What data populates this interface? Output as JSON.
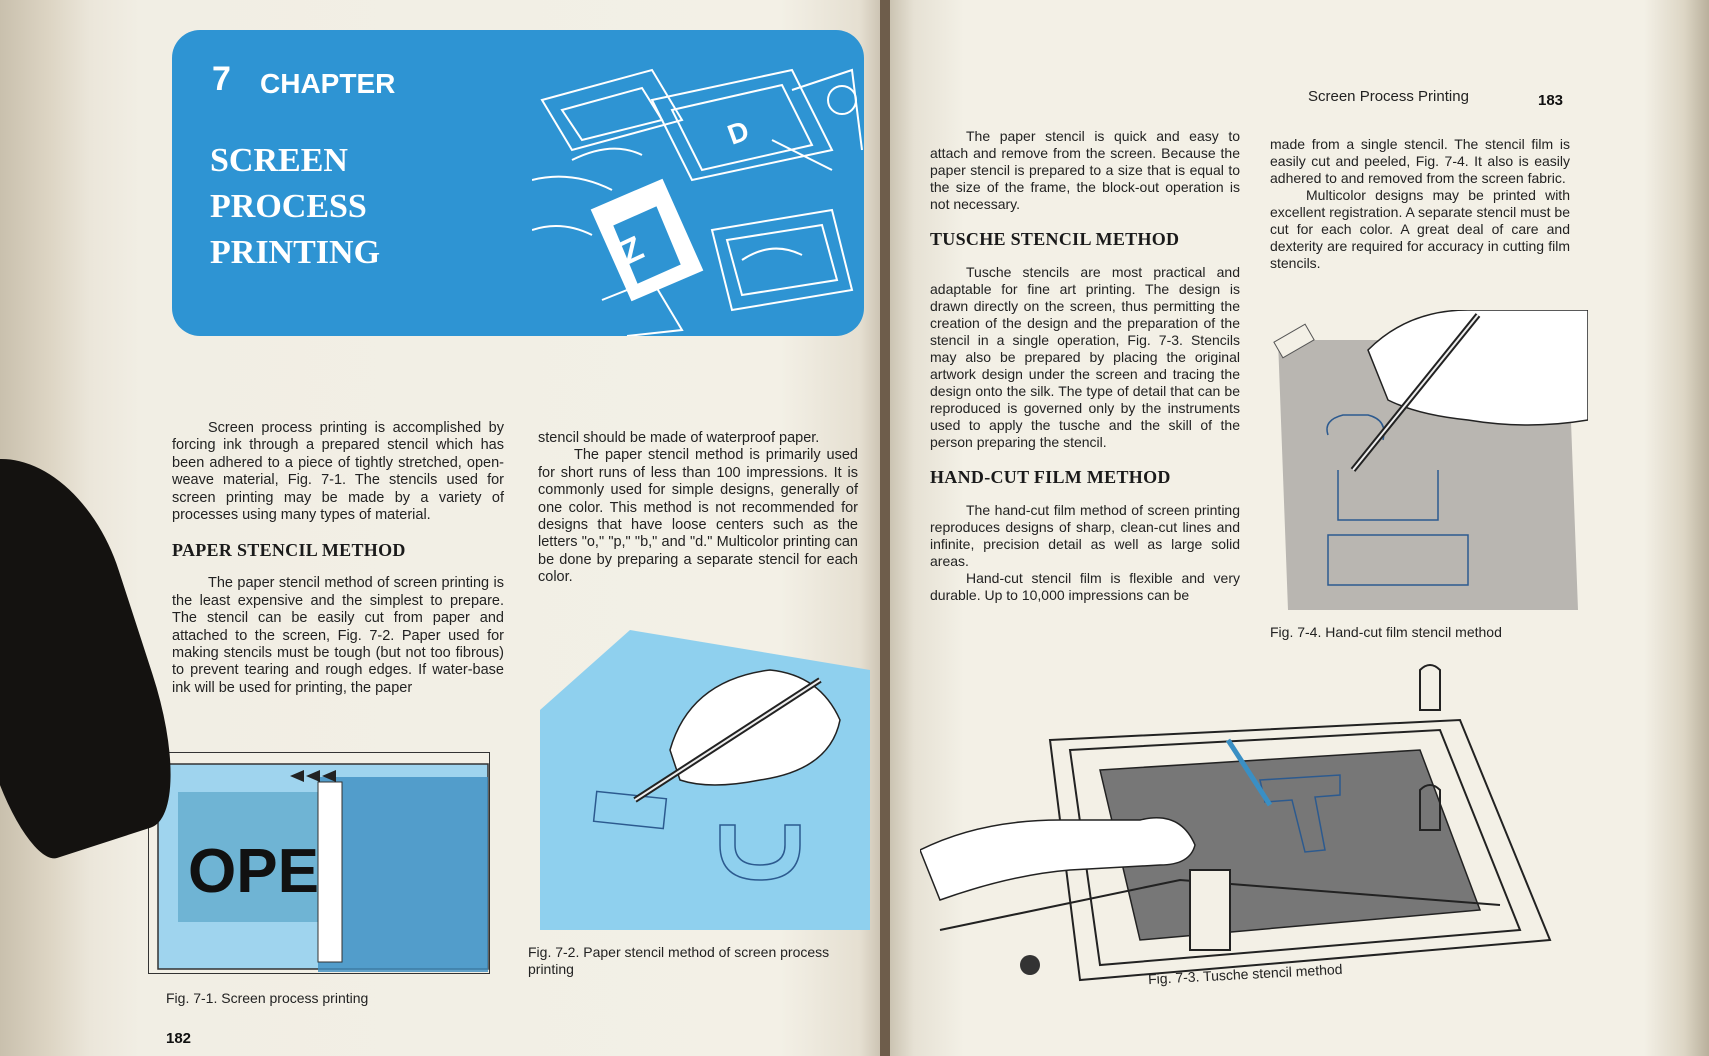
{
  "left": {
    "chapter_number": "7",
    "chapter_word": "CHAPTER",
    "chapter_title": "SCREEN PROCESS PRINTING",
    "intro": "Screen process printing is accomplished by forcing ink through a prepared stencil which has been adhered to a piece of tightly stretched, open-weave material, Fig. 7-1. The stencils used for screen printing may be made by a variety of processes using many types of material.",
    "heading_paper": "PAPER STENCIL METHOD",
    "paper_p1": "The paper stencil method of screen printing is the least expensive and the simplest to prepare. The stencil can be easily cut from paper and attached to the screen, Fig. 7-2. Paper used for making stencils must be tough (but not too fibrous) to prevent tearing and rough edges. If water-base ink will be used for printing, the paper",
    "col2_p1": "stencil should be made of waterproof paper.",
    "col2_p2": "The paper stencil method is primarily used for short runs of less than 100 impressions. It is commonly used for simple designs, generally of one color. This method is not recommended for designs that have loose centers such as the letters \"o,\" \"p,\" \"b,\" and \"d.\" Multicolor printing can be done by preparing a separate stencil for each color.",
    "fig1_word": "OPE",
    "fig1_caption": "Fig. 7-1. Screen process printing",
    "fig2_caption": "Fig. 7-2. Paper stencil method of screen process printing",
    "page_number": "182"
  },
  "right": {
    "running_head": "Screen Process Printing",
    "page_number": "183",
    "col1_p1": "The paper stencil is quick and easy to attach and remove from the screen. Because the paper stencil is prepared to a size that is equal to the size of the frame, the block-out operation is not necessary.",
    "heading_tusche": "TUSCHE STENCIL METHOD",
    "tusche_p1": "Tusche stencils are most practical and adaptable for fine art printing. The design is drawn directly on the screen, thus permitting the creation of the design and the preparation of the stencil in a single operation, Fig. 7-3. Stencils may also be prepared by placing the original artwork design under the screen and tracing the design onto the silk. The type of detail that can be reproduced is governed only by the instruments used to apply the tusche and the skill of the person preparing the stencil.",
    "heading_handcut": "HAND-CUT FILM METHOD",
    "handcut_p1": "The hand-cut film method of screen printing reproduces designs of sharp, clean-cut lines and infinite, precision detail as well as large solid areas.",
    "handcut_p2": "Hand-cut stencil film is flexible and very durable. Up to 10,000 impressions can be",
    "col2_p1": "made from a single stencil. The stencil film is easily cut and peeled, Fig. 7-4. It also is easily adhered to and removed from the screen fabric.",
    "col2_p2": "Multicolor designs may be printed with excellent registration. A separate stencil must be cut for each color. A great deal of care and dexterity are required for accuracy in cutting film stencils.",
    "fig4_caption": "Fig. 7-4. Hand-cut film stencil method",
    "fig3_caption": "Fig. 7-3. Tusche stencil method"
  },
  "colors": {
    "banner_blue": "#2e94d3",
    "figure_blue": "#8fd0ee",
    "paper": "#f3f0e6"
  }
}
